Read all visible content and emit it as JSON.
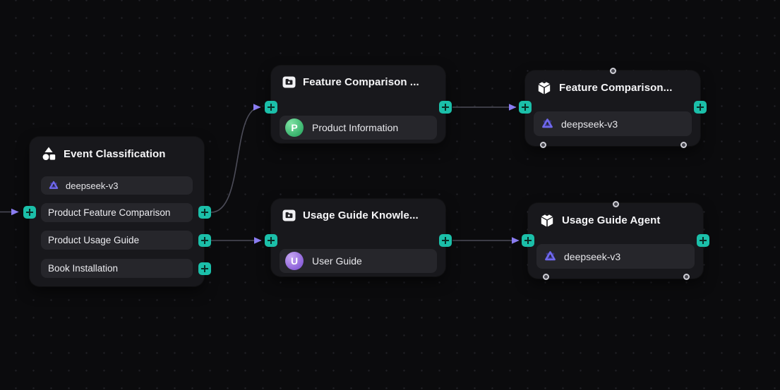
{
  "canvas": {
    "background_color": "#0b0b0d",
    "dot_grid_color": "#212127"
  },
  "colors": {
    "node_background": "#18181c",
    "row_background": "#26262b",
    "handle_teal": "#1bbfa9",
    "edge_line": "#4c4c58",
    "edge_arrow": "#8b7df2",
    "deepseek_purple": "#6f68ec",
    "avatar_green": "#35b06a",
    "avatar_purple": "#8a5fd8",
    "title_text": "#f6f6f8",
    "row_text": "#ededf1"
  },
  "nodes": {
    "classifier": {
      "title": "Event Classification",
      "icon": "classifier-icon",
      "model": "deepseek-v3",
      "model_icon": "deepseek-logo",
      "classes": [
        "Product Feature Comparison",
        "Product Usage Guide",
        "Book Installation"
      ]
    },
    "feature_knowledge": {
      "title": "Feature Comparison ...",
      "icon": "knowledge-retrieval-icon",
      "dataset": "Product Information",
      "avatar_letter": "P"
    },
    "usage_knowledge": {
      "title": "Usage Guide Knowle...",
      "icon": "knowledge-retrieval-icon",
      "dataset": "User Guide",
      "avatar_letter": "U"
    },
    "feature_agent": {
      "title": "Feature Comparison...",
      "icon": "agent-cube-icon",
      "model": "deepseek-v3",
      "model_icon": "deepseek-logo",
      "selected": true
    },
    "usage_agent": {
      "title": "Usage Guide Agent",
      "icon": "agent-cube-icon",
      "model": "deepseek-v3",
      "model_icon": "deepseek-logo",
      "selected": true
    }
  },
  "edges": [
    {
      "from": "offscreen-left",
      "to": "classifier.input"
    },
    {
      "from": "classifier.Product Feature Comparison",
      "to": "feature_knowledge.input"
    },
    {
      "from": "classifier.Product Usage Guide",
      "to": "usage_knowledge.input"
    },
    {
      "from": "feature_knowledge.output",
      "to": "feature_agent.input"
    },
    {
      "from": "usage_knowledge.output",
      "to": "usage_agent.input"
    }
  ]
}
